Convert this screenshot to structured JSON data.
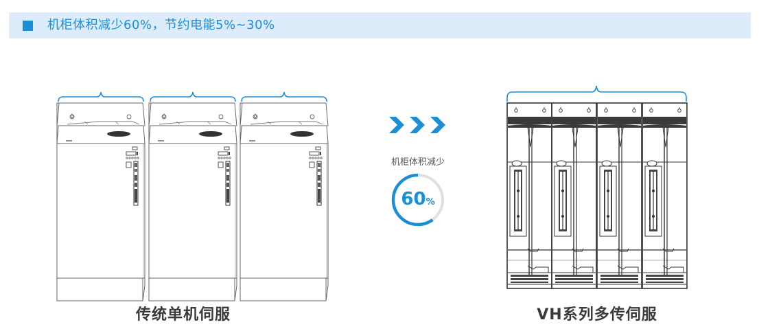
{
  "banner": {
    "title": "机柜体积减少60%，节约电能5%~30%",
    "marker_icon": "square-bullet-icon"
  },
  "center": {
    "arrow_icon": "triple-chevron-right-icon",
    "label": "机柜体积减少",
    "ring_value": "60",
    "ring_unit": "%",
    "ring_percent": 60
  },
  "left": {
    "caption": "传统单机伺服",
    "unit_count": 3
  },
  "right": {
    "caption": "VH系列多传伺服",
    "module_count": 4
  },
  "colors": {
    "accent": "#1a8fd6",
    "banner_bg": "#dcecfa",
    "ring_track": "#e0e0e0",
    "line_gray": "#666666",
    "line_dark": "#333333",
    "caption": "#3a3a3a"
  }
}
